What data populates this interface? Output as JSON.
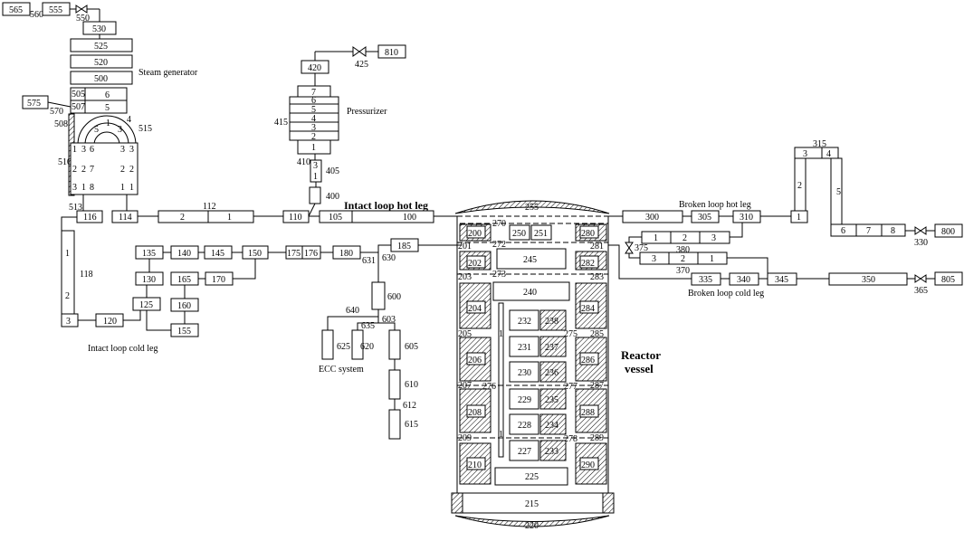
{
  "titles": {
    "steam_generator": "Steam generator",
    "pressurizer": "Pressurizer",
    "intact_hot_leg": "Intact loop hot leg",
    "intact_cold_leg": "Intact loop cold leg",
    "broken_hot_leg": "Broken loop hot leg",
    "broken_cold_leg": "Broken loop cold leg",
    "ecc_system": "ECC system",
    "reactor": "Reactor",
    "vessel": "vessel"
  },
  "colors": {
    "line": "#000000",
    "background": "#ffffff"
  }
}
